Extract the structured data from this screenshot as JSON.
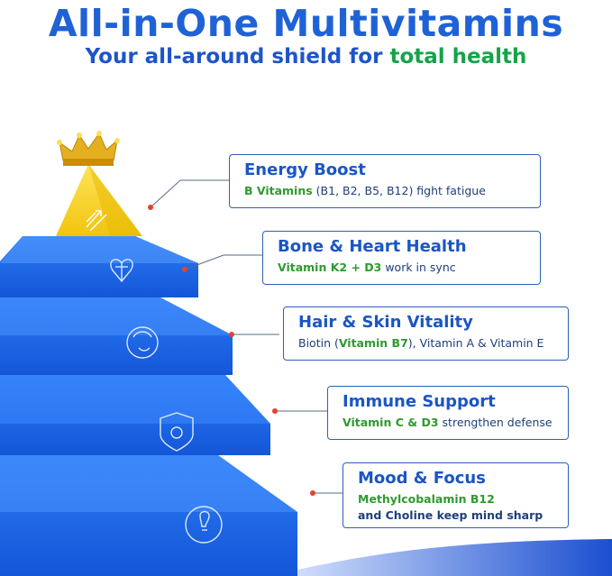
{
  "header": {
    "title": "All-in-One Multivitamins",
    "subtitle_main": "Your all-around shield for ",
    "subtitle_accent": "total health"
  },
  "colors": {
    "title_blue": "#1f62d6",
    "accent_green": "#16a34a",
    "pyramid_blue": "#1f6cf0",
    "pyramid_top_yellow": "#f5d21a",
    "connector_dot": "#e5412f"
  },
  "tiers": [
    {
      "title": "Energy Boost",
      "desc_highlight": "B Vitamins",
      "desc_rest": " (B1, B2, B5, B12) fight fatigue",
      "icon": "energy-growth-icon"
    },
    {
      "title": "Bone & Heart Health",
      "desc_highlight": "Vitamin K2 + D3",
      "desc_rest": " work in sync",
      "icon": "heart-bone-icon"
    },
    {
      "title": "Hair & Skin Vitality",
      "desc_pre": "Biotin (",
      "desc_highlight": "Vitamin B7",
      "desc_rest": "), Vitamin A & Vitamin E",
      "icon": "hair-face-icon"
    },
    {
      "title": "Immune Support",
      "desc_highlight": "Vitamin C & D3",
      "desc_rest": " strengthen defense",
      "icon": "shield-icon"
    },
    {
      "title": "Mood & Focus",
      "desc_highlight": "Methylcobalamin B12",
      "desc_line2": "and Choline keep mind sharp",
      "icon": "brain-lightbulb-icon"
    }
  ]
}
